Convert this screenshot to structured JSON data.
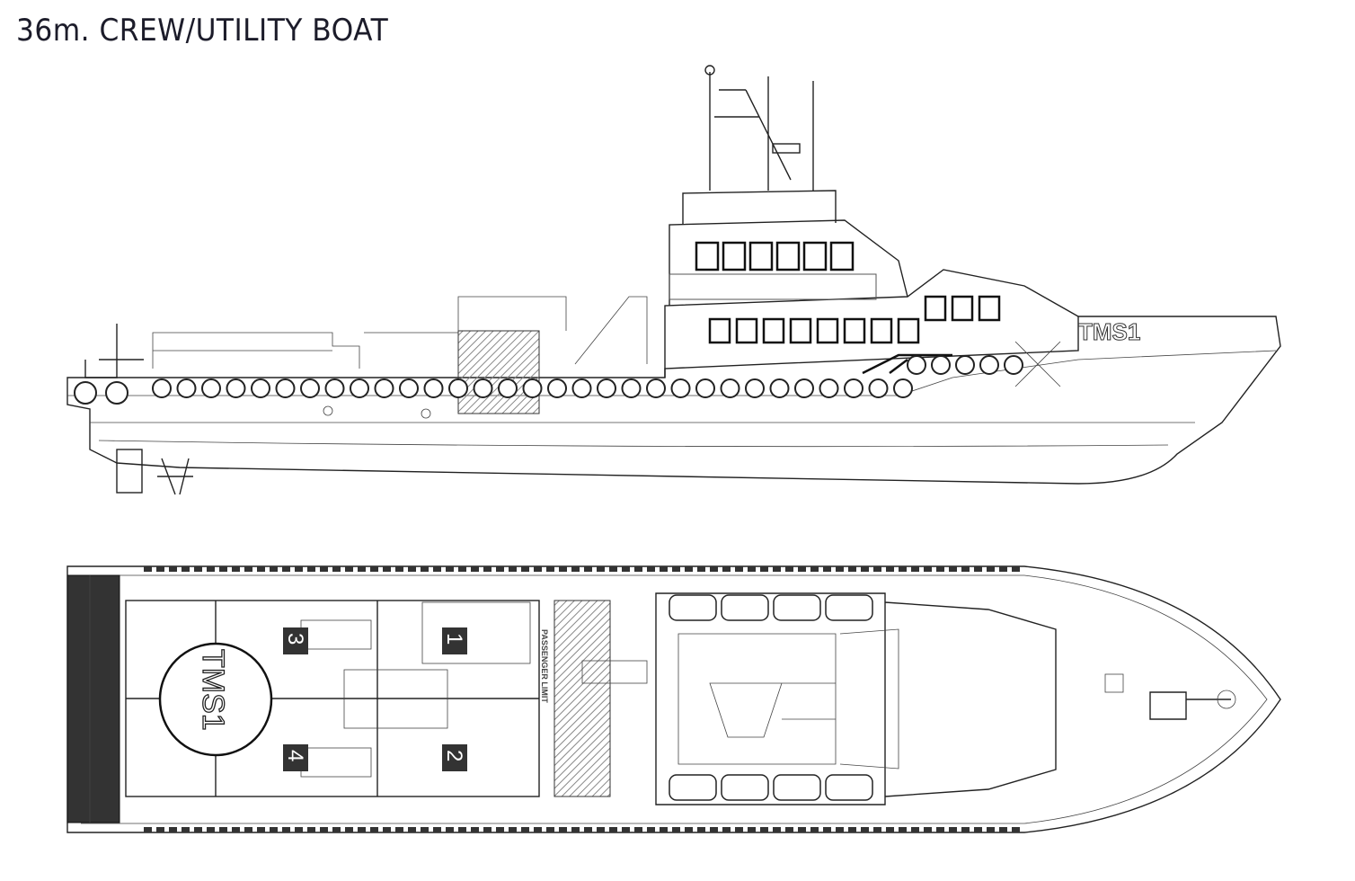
{
  "title": "36m. CREW/UTILITY BOAT",
  "profile": {
    "hull_name": "TMS1"
  },
  "plan": {
    "helideck_name": "TMS1",
    "hatch_numbers": [
      "1",
      "2",
      "3",
      "4"
    ],
    "passenger_limit": "PASSENGER LIMIT"
  },
  "colors": {
    "line": "#222222",
    "hatch": "#999999"
  }
}
